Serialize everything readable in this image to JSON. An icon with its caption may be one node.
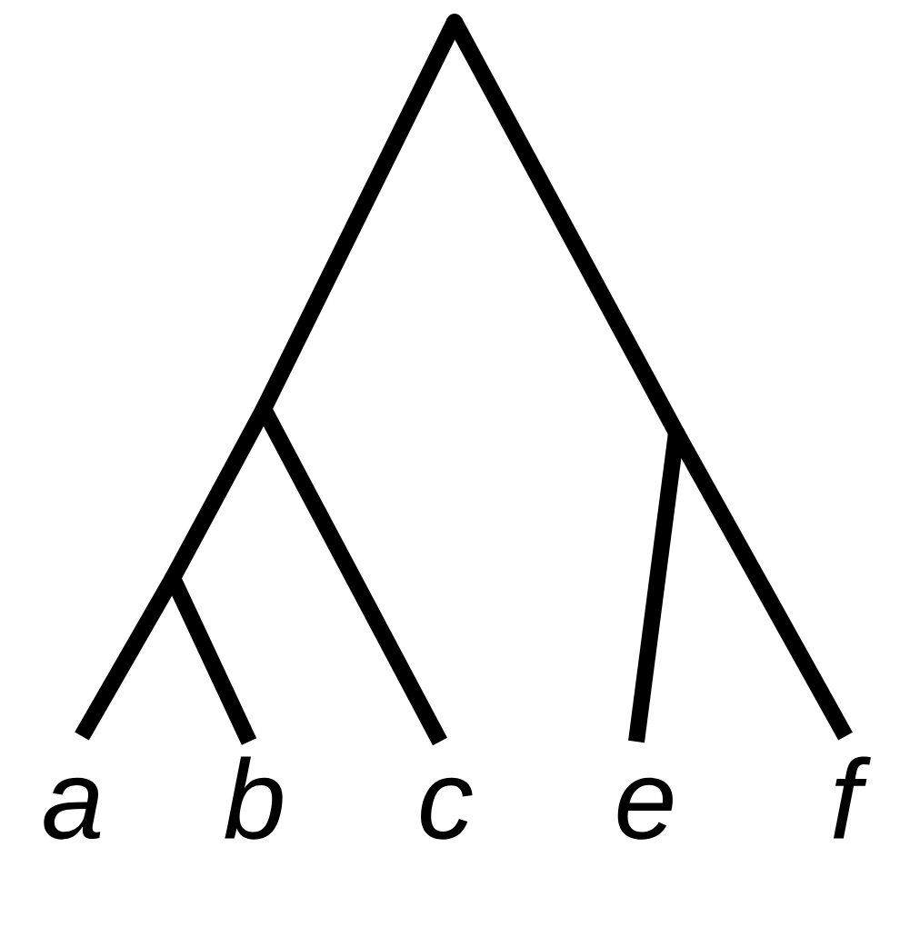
{
  "diagram": {
    "nodes": [
      {
        "text": [
          "a"
        ]
      },
      {
        "text": [
          "b"
        ]
      },
      {
        "text": [
          "c"
        ]
      },
      {
        "text": [
          "e"
        ]
      },
      {
        "text": [
          "f"
        ]
      },
      {
        "text": [],
        "shape": "point"
      },
      {
        "text": [],
        "shape": "point"
      },
      {
        "text": [],
        "shape": "point"
      },
      {
        "text": [],
        "shape": "point"
      }
    ],
    "edges": [
      {
        "from": 5,
        "to": 6,
        "arrow": "none"
      },
      {
        "from": 6,
        "to": 7,
        "arrow": "none"
      },
      {
        "from": 7,
        "to": 0,
        "arrow": "none"
      },
      {
        "from": 7,
        "to": 1,
        "arrow": "none"
      },
      {
        "from": 6,
        "to": 2,
        "arrow": "none"
      },
      {
        "from": 5,
        "to": 8,
        "arrow": "none"
      },
      {
        "from": 8,
        "to": 3,
        "arrow": "none"
      },
      {
        "from": 8,
        "to": 4,
        "arrow": "none"
      }
    ]
  }
}
